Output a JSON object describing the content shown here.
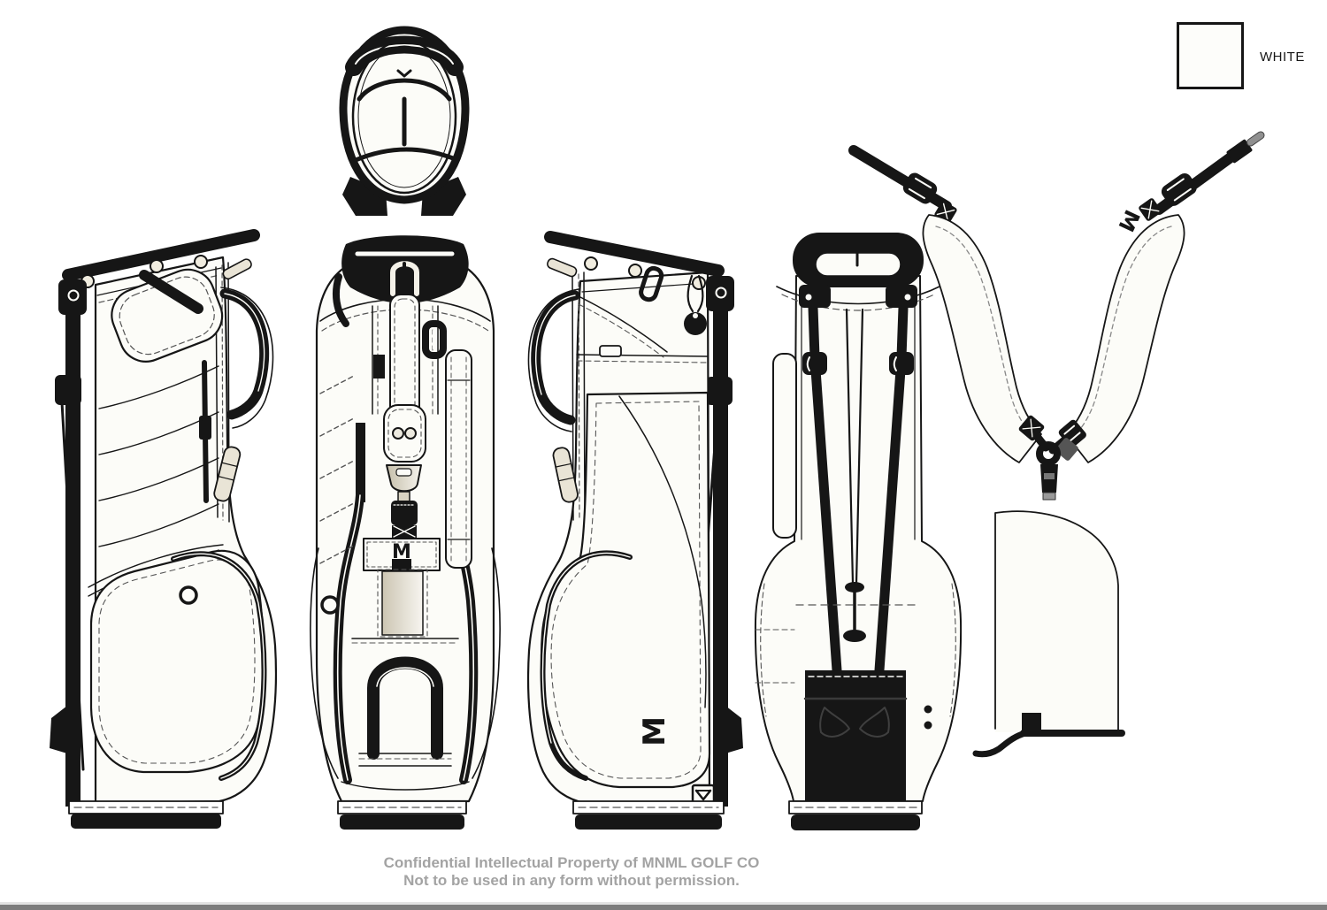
{
  "sheet": {
    "swatch": {
      "label": "WHITE",
      "fill": "#FDFDFA",
      "border": "#161616"
    },
    "footer": {
      "line1": "Confidential Intellectual Property of MNML GOLF CO",
      "line2": "Not to be used in any form without permission."
    },
    "logo_mark": "M",
    "colors": {
      "ink": "#161616",
      "paper": "#FCFCF8",
      "beige": "#E9E4D6",
      "footer_text": "#A3A3A3",
      "bottom_bar_dark": "#7D7D7D",
      "bottom_bar_light": "#E3E3E3"
    }
  }
}
